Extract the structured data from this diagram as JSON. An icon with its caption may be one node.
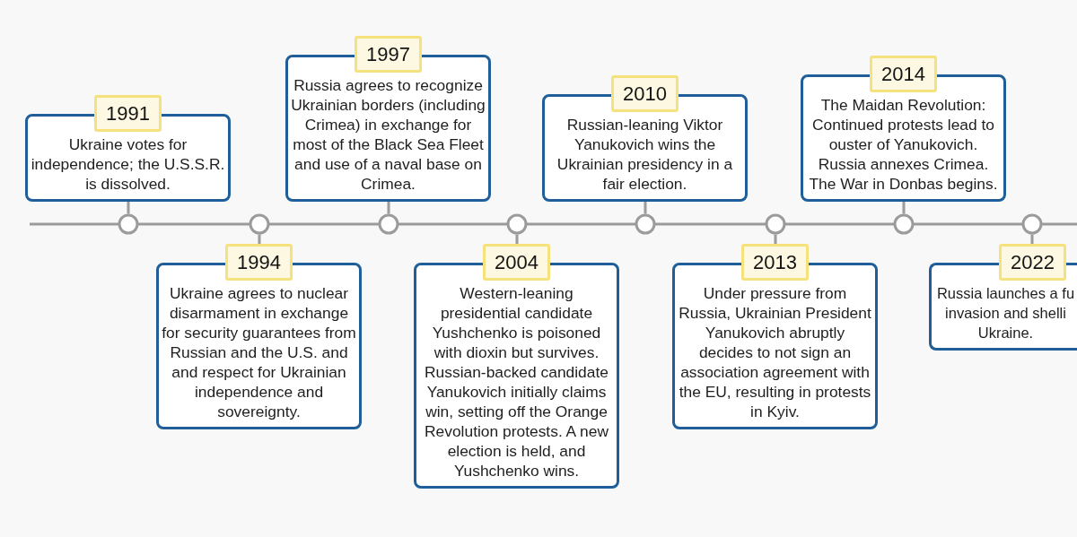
{
  "diagram": {
    "nodes": [
      {
        "text": [
          "1991",
          "Ukraine votes for independence; the U.S.S.R. is dissolved."
        ]
      },
      {
        "text": [
          "1994",
          "Ukraine agrees to nuclear disarmament in exchange for security guarantees from Russian and the U.S. and and respect for Ukrainian independence and sovereignty."
        ]
      },
      {
        "text": [
          "1997",
          "Russia agrees to recognize Ukrainian borders (including Crimea) in exchange for most of the Black Sea Fleet and use of a naval base on Crimea."
        ]
      },
      {
        "text": [
          "2004",
          "Western-leaning presidential candidate Yushchenko is poisoned with dioxin but survives. Russian-backed candidate Yanukovich initially claims win, setting off the Orange Revolution protests. A new election is held, and Yushchenko wins."
        ]
      },
      {
        "text": [
          "2010",
          "Russian-leaning Viktor Yanukovich wins the Ukrainian presidency in a fair election."
        ]
      },
      {
        "text": [
          "2013",
          "Under pressure from Russia, Ukrainian President Yanukovich abruptly decides to not sign an association agreement with the EU, resulting in protests in Kyiv."
        ]
      },
      {
        "text": [
          "2014",
          "The Maidan Revolution: Continued protests lead to ouster of Yanukovich. Russia annexes Crimea. The War in Donbas begins."
        ]
      },
      {
        "text": [
          "2022",
          "Russia launches a fu invasion and shelli Ukraine."
        ]
      }
    ]
  }
}
